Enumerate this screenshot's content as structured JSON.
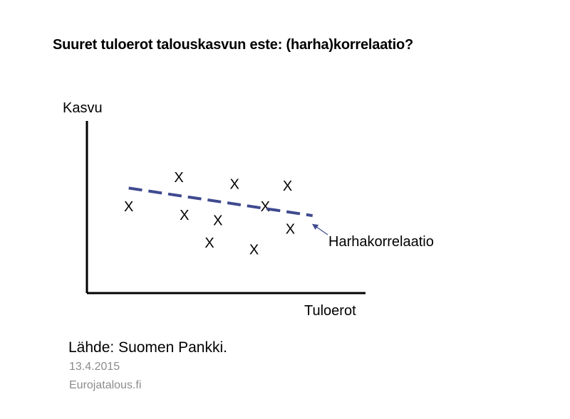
{
  "slide": {
    "title": "Suuret tuloerot talouskasvun este: (harha)korrelaatio?",
    "source": "Lähde: Suomen Pankki.",
    "date": "13.4.2015",
    "site": "Eurojatalous.fi"
  },
  "colors": {
    "trend_line": "#3f4a8f",
    "annotation_arrow": "#3f4a8f",
    "axes": "#000000",
    "footer_text": "#8c8c8c"
  },
  "chart_data": {
    "type": "scatter",
    "title": "",
    "xlabel": "Tuloerot",
    "ylabel": "Kasvu",
    "xlim": [
      0,
      100
    ],
    "ylim": [
      0,
      100
    ],
    "grid": false,
    "marker": "X",
    "ticks": false,
    "points": [
      {
        "x": 15,
        "y": 50
      },
      {
        "x": 33,
        "y": 67
      },
      {
        "x": 35,
        "y": 45
      },
      {
        "x": 44,
        "y": 29
      },
      {
        "x": 47,
        "y": 42
      },
      {
        "x": 53,
        "y": 63
      },
      {
        "x": 60,
        "y": 25
      },
      {
        "x": 64,
        "y": 50
      },
      {
        "x": 72,
        "y": 62
      },
      {
        "x": 73,
        "y": 37
      }
    ],
    "trend_line": {
      "name": "Harhakorrelaatio",
      "style": "dashed",
      "points": [
        {
          "x": 15,
          "y": 61
        },
        {
          "x": 81,
          "y": 45
        }
      ]
    },
    "annotation": {
      "text": "Harhakorrelaatio",
      "target": {
        "x": 81,
        "y": 40
      }
    }
  }
}
